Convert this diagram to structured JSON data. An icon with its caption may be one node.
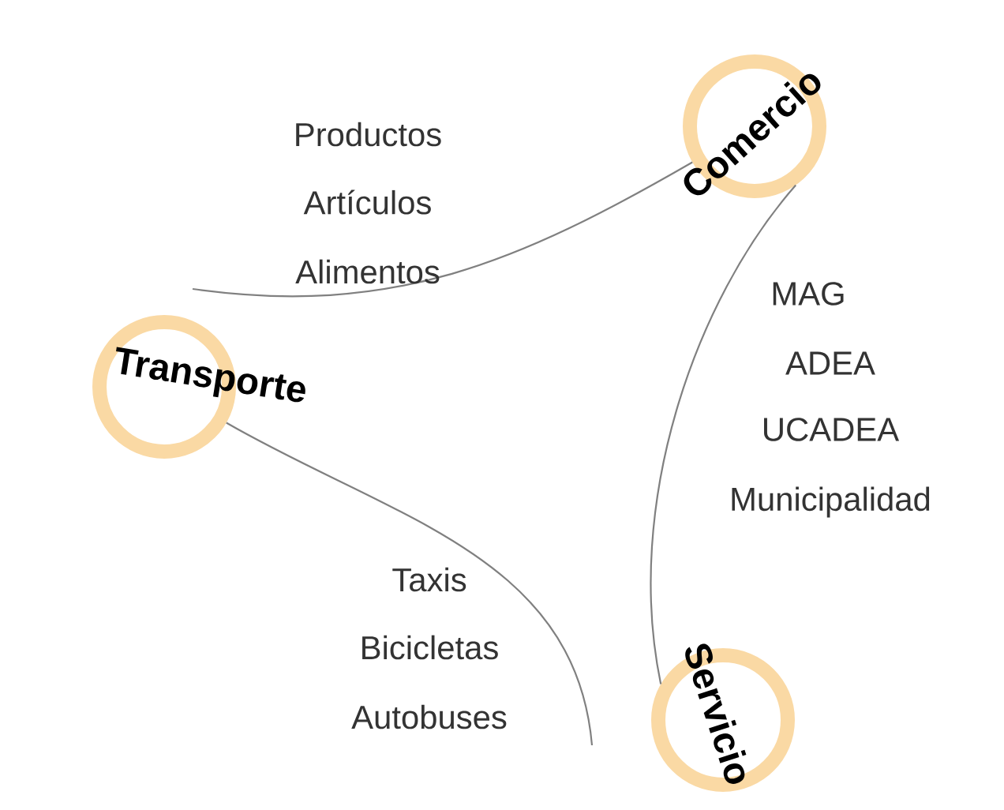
{
  "diagram": {
    "nodes": [
      {
        "text": [
          "Comercio"
        ]
      },
      {
        "text": [
          "Transporte"
        ]
      },
      {
        "text": [
          "Servicio"
        ]
      }
    ],
    "edges": [
      {
        "from": null,
        "to": 0,
        "arrow": "none"
      },
      {
        "from": 1,
        "to": null,
        "arrow": "none"
      },
      {
        "from": 0,
        "to": 2,
        "arrow": "none"
      }
    ],
    "labels": [
      "Productos",
      "Artículos",
      "Alimentos",
      "MAG",
      "ADEA",
      "UCADEA",
      "Municipalidad",
      "Taxis",
      "Bicicletas",
      "Autobuses"
    ]
  }
}
